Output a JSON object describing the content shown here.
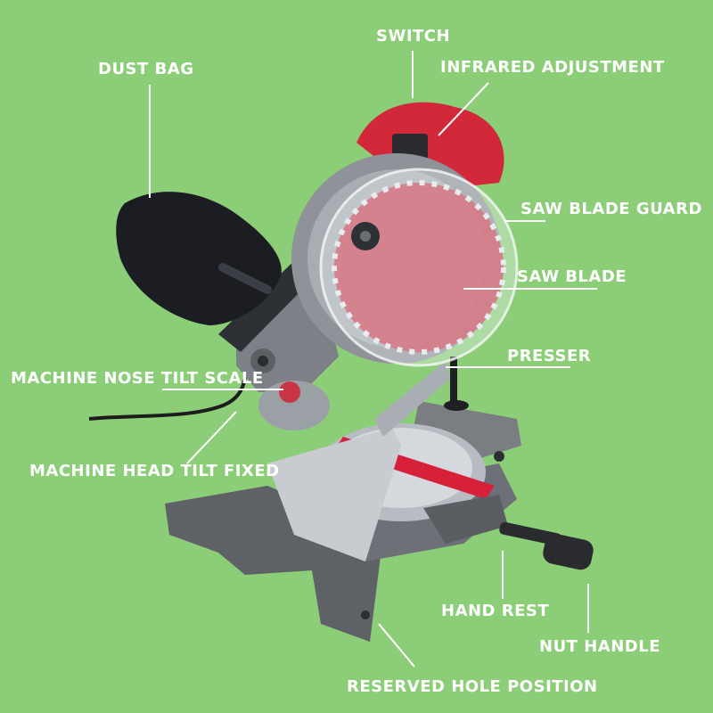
{
  "background_color": "#8ccd78",
  "label_color": "#ffffff",
  "labels": {
    "switch": "SWITCH",
    "dust_bag": "DUST BAG",
    "infrared_adjustment": "INFRARED ADJUSTMENT",
    "saw_blade_guard": "SAW BLADE GUARD",
    "saw_blade": "SAW BLADE",
    "presser": "PRESSER",
    "machine_nose_tilt_scale": "MACHINE NOSE TILT SCALE",
    "machine_head_tilt_fixed": "MACHINE HEAD TILT FIXED",
    "hand_rest": "HAND REST",
    "nut_handle": "NUT HANDLE",
    "reserved_hole_position": "RESERVED HOLE POSITION"
  }
}
